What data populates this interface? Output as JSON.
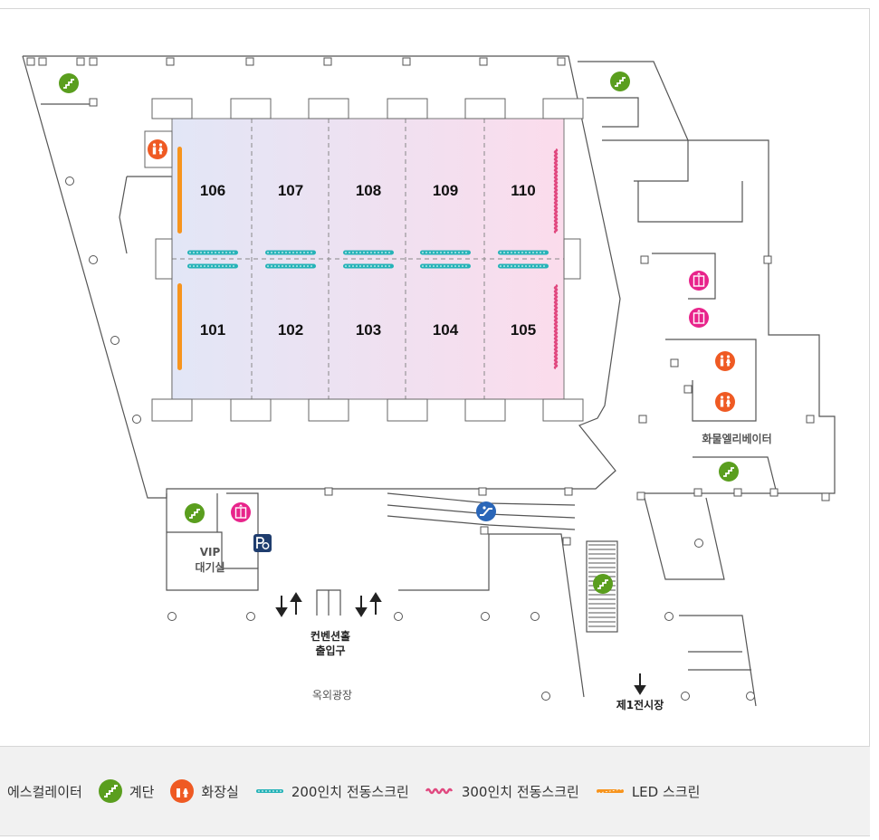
{
  "halls": {
    "top": [
      "106",
      "107",
      "108",
      "109",
      "110"
    ],
    "bottom": [
      "101",
      "102",
      "103",
      "104",
      "105"
    ]
  },
  "labels": {
    "vip": "VIP",
    "vip_room": "대기실",
    "freight_elevator": "화물엘리베이터",
    "entrance_line1": "컨벤션홀",
    "entrance_line2": "출입구",
    "plaza": "옥외광장",
    "hall1": "제1전시장"
  },
  "legend": {
    "escalator": "에스컬레이터",
    "stairs": "계단",
    "restroom": "화장실",
    "screen200": "200인치 전동스크린",
    "screen300": "300인치 전동스크린",
    "led": "LED 스크린"
  },
  "colors": {
    "stairs": "#5a9e1e",
    "restroom": "#ef5a23",
    "elevator": "#e8248b",
    "escalator": "#2a66b8",
    "screen200": "#26b3b8",
    "screen300": "#e0487f",
    "led": "#f7941d",
    "hall_left": "#e2e6f6",
    "hall_right": "#fbdcec"
  }
}
